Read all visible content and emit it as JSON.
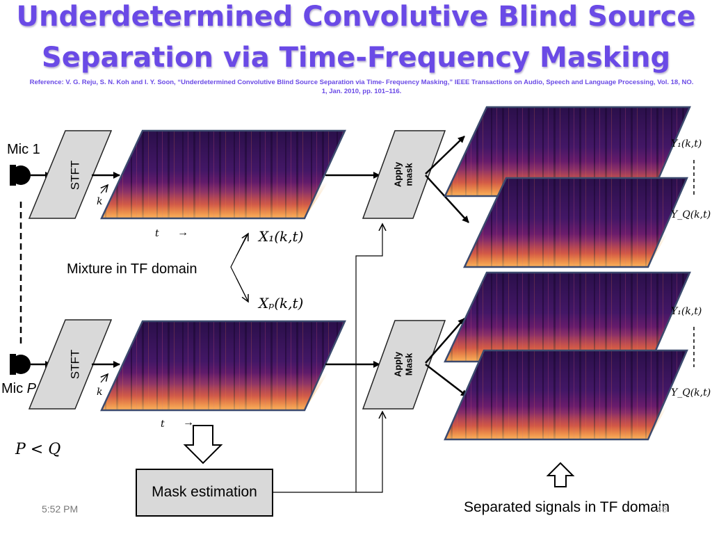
{
  "title": {
    "line1": "Underdetermined Convolutive Blind Source",
    "line2": "Separation via Time-Frequency Masking"
  },
  "reference": "Reference: V. G. Reju, S. N. Koh and I. Y. Soon, “Underdetermined Convolutive Blind Source Separation via Time- Frequency Masking,” IEEE Transactions on Audio, Speech and Language Processing, Vol. 18, NO. 1, Jan. 2010, pp. 101–116.",
  "mics": {
    "mic1": "Mic 1",
    "micP_prefix": "Mic ",
    "micP_var": "P"
  },
  "blocks": {
    "stft": "STFT",
    "apply_mask_top_line1": "Apply",
    "apply_mask_top_line2": "mask",
    "apply_mask_bottom_line1": "Apply",
    "apply_mask_bottom_line2": "Mask",
    "mask_estimation": "Mask estimation"
  },
  "axes": {
    "k": "k",
    "t": "t",
    "arrow_right": "→"
  },
  "labels": {
    "mixture": "Mixture in TF domain",
    "x1": "X₁(k,t)",
    "xp": "Xₚ(k,t)",
    "y1": "Y₁(k,t)",
    "yq": "Y_Q(k,t)",
    "p_less_q": "P < Q",
    "separated": "Separated signals in TF domain"
  },
  "footer": {
    "time": "5:52 PM",
    "page": "48"
  },
  "colors": {
    "title": "#6a4ae6",
    "block_fill": "#d9d9d9",
    "spectrogram_border": "#3c4a6e"
  }
}
